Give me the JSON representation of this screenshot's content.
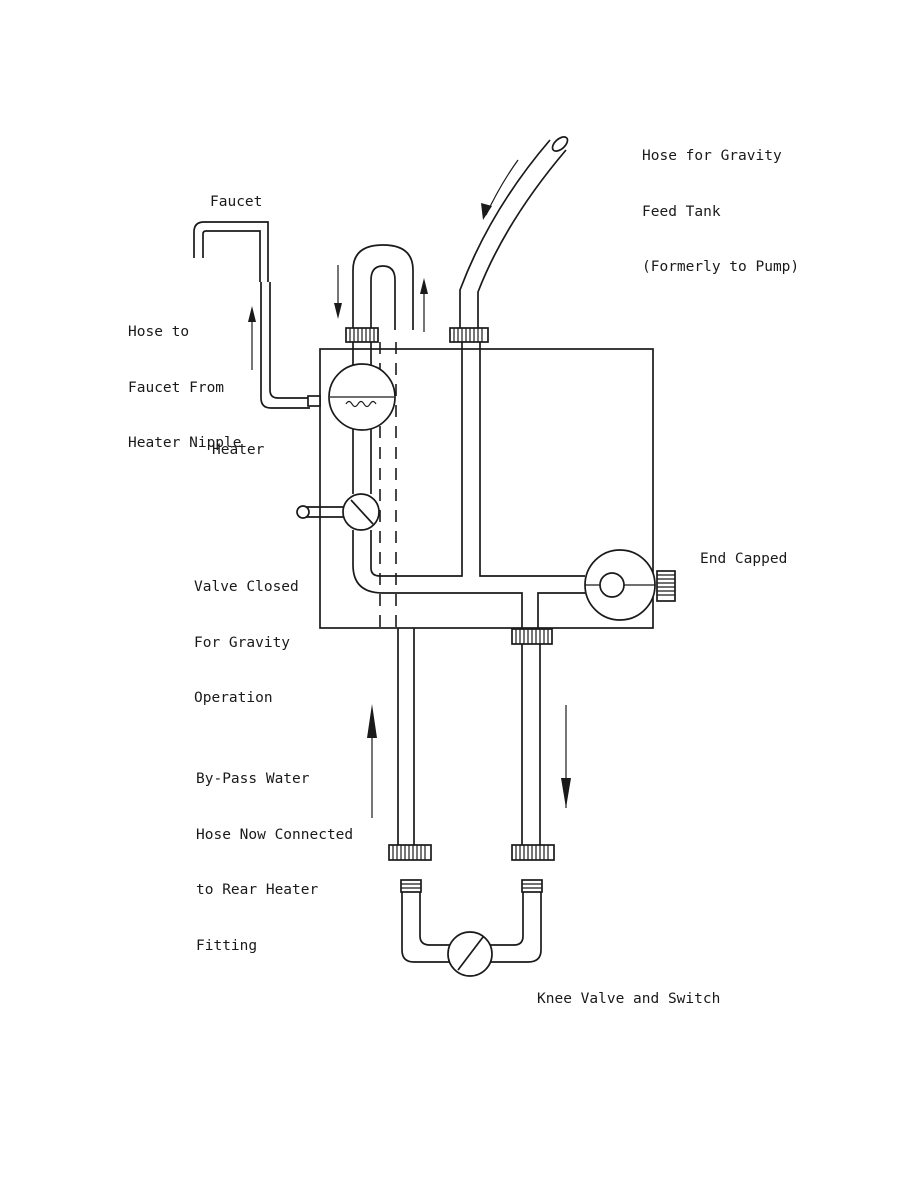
{
  "labels": {
    "gravity_hose": [
      "Hose for Gravity",
      "Feed Tank",
      "(Formerly to Pump)"
    ],
    "faucet": "Faucet",
    "hose_to_faucet": [
      "Hose to",
      "Faucet From",
      "Heater Nipple"
    ],
    "heater": "Heater",
    "valve_closed": [
      "Valve Closed",
      "For Gravity",
      "Operation"
    ],
    "end_capped": "End Capped",
    "bypass": [
      "By-Pass Water",
      "Hose Now Connected",
      "to Rear Heater",
      "Fitting"
    ],
    "knee_valve": "Knee Valve and Switch"
  },
  "colors": {
    "ink": "#1a1a1a",
    "paper": "#ffffff"
  }
}
